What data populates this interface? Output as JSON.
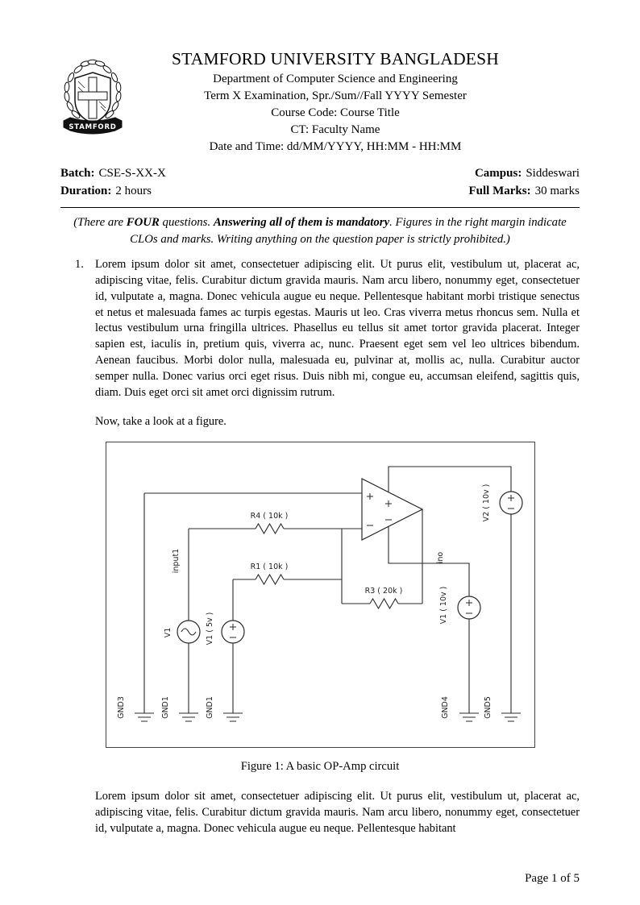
{
  "header": {
    "logo_banner": "STAMFORD",
    "university": "STAMFORD UNIVERSITY BANGLADESH",
    "lines": [
      "Department of Computer Science and Engineering",
      "Term X Examination, Spr./Sum//Fall YYYY Semester",
      "Course Code: Course Title",
      "CT: Faculty Name",
      "Date and Time: dd/MM/YYYY, HH:MM - HH:MM"
    ]
  },
  "meta": {
    "batch_label": "Batch:",
    "batch_value": "CSE-S-XX-X",
    "duration_label": "Duration:",
    "duration_value": "2 hours",
    "campus_label": "Campus:",
    "campus_value": "Siddeswari",
    "full_marks_label": "Full Marks:",
    "full_marks_value": "30 marks"
  },
  "instructions": {
    "part1": "(There are ",
    "bold1": "FOUR",
    "part2": " questions. ",
    "bold2": "Answering all of them is mandatory",
    "part3": ". Figures in the right margin indicate CLOs and marks. Writing anything on the question paper is strictly prohibited.)"
  },
  "question": {
    "number": "1.",
    "body": "Lorem ipsum dolor sit amet, consectetuer adipiscing elit. Ut purus elit, vestibulum ut, placerat ac, adipiscing vitae, felis. Curabitur dictum gravida mauris. Nam arcu libero, nonummy eget, consectetuer id, vulputate a, magna. Donec vehicula augue eu neque. Pellentesque habitant morbi tristique senectus et netus et malesuada fames ac turpis egestas. Mauris ut leo. Cras viverra metus rhoncus sem. Nulla et lectus vestibulum urna fringilla ultrices. Phasellus eu tellus sit amet tortor gravida placerat. Integer sapien est, iaculis in, pretium quis, viverra ac, nunc. Praesent eget sem vel leo ultrices bibendum. Aenean faucibus. Morbi dolor nulla, malesuada eu, pulvinar at, mollis ac, nulla. Curabitur auctor semper nulla. Donec varius orci eget risus. Duis nibh mi, congue eu, accumsan eleifend, sagittis quis, diam. Duis eget orci sit amet orci dignissim rutrum.",
    "figure_intro": "Now, take a look at a figure."
  },
  "figure": {
    "caption": "Figure 1: A basic OP-Amp circuit",
    "labels": {
      "r4": "R4 ( 10k )",
      "r1": "R1 ( 10k )",
      "r3": "R3 ( 20k )",
      "input1": "input1",
      "v1_source": "V1",
      "v1_5v": "V1 ( 5v )",
      "v2_10v": "V2 ( 10v )",
      "v1_10v": "V1 ( 10v )",
      "ino": "ino",
      "gnd3": "GND3",
      "gnd1_a": "GND1",
      "gnd1_b": "GND1",
      "gnd4": "GND4",
      "gnd5": "GND5"
    }
  },
  "after_figure": "Lorem ipsum dolor sit amet, consectetuer adipiscing elit. Ut purus elit, vestibulum ut, placerat ac, adipiscing vitae, felis. Curabitur dictum gravida mauris. Nam arcu libero, nonummy eget, consectetuer id, vulputate a, magna. Donec vehicula augue eu neque. Pellentesque habitant",
  "footer": {
    "page_label": "Page 1 of 5"
  }
}
